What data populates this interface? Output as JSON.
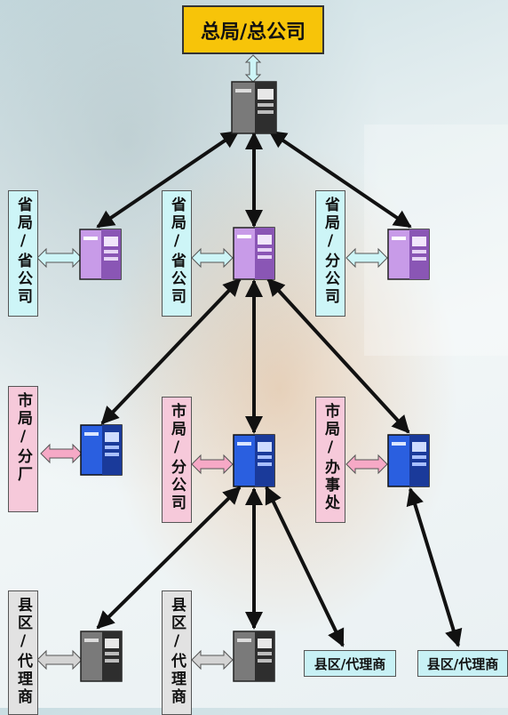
{
  "top": {
    "label": "总局/总公司"
  },
  "provincial": [
    {
      "label": "省局/省公司"
    },
    {
      "label": "省局/省公司"
    },
    {
      "label": "省局/分公司"
    }
  ],
  "city": [
    {
      "label": "市局/分厂"
    },
    {
      "label": "市局/分公司"
    },
    {
      "label": "市局/办事处"
    }
  ],
  "county": [
    {
      "label": "县区/代理商"
    },
    {
      "label": "县区/代理商"
    },
    {
      "label": "县区/代理商"
    },
    {
      "label": "县区/代理商"
    }
  ],
  "colors": {
    "top_box": "#f7c409",
    "server_top": "#7a7a7a",
    "server_provincial": "#c89be8",
    "server_city": "#2a5fe0",
    "server_county": "#7a7a7a",
    "label_provincial": "#cdf5f7",
    "label_city": "#f6c9da",
    "label_county": "#e2e2e2",
    "arrow": "#111111"
  }
}
